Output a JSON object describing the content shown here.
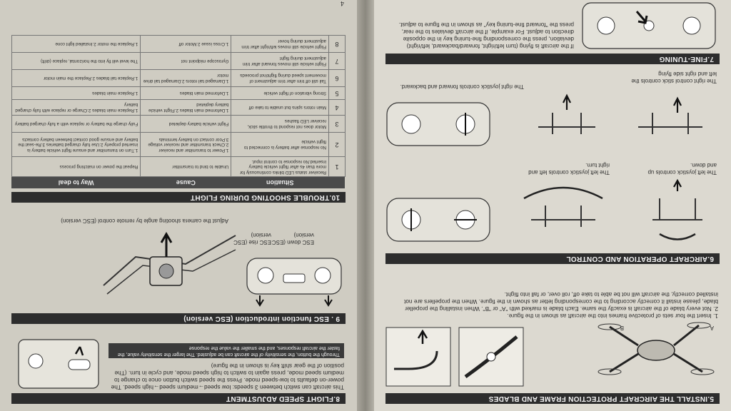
{
  "left_page": {
    "sec8": {
      "header": "8.FLIGHT SPEED ADJUSTMENT",
      "text": "This aircraft can switch between 3 speeds: low speed→medium speed→high speed. The power-on defaults to low-speed mode. Press the speed switch button once to change to medium speed mode, press again to switch to high speed mode, and cycle in turn. (The position of the gear shift key is shown in the figure)",
      "note": "Through the button, the sensitivity of the aircraft can be adjusted. The larger the sensitivity value, the faster the aircraft responses, and the smaller the value the response"
    },
    "sec9": {
      "header": "9 . ESC function introduction (ESC version)",
      "esc_down": "ESC down (ESC version)",
      "esc_rise": "ESC rise (ESC version)",
      "caption": "Adjust the camera shooting angle by remote control (ESC version)"
    },
    "sec10": {
      "header": "10.TROUBLE SHOOTING DURING FLIGHT",
      "columns": [
        "Situation",
        "Cause",
        "Way to deal"
      ],
      "rows": [
        {
          "n": "1",
          "situation": "Receiver status LED blinks continuously for more than 4s after flight vehicle battery inserted.No response to control input.",
          "cause": "Unable to bind to transmitter",
          "way": "Repeat the power on matching process"
        },
        {
          "n": "2",
          "situation": "No response after battery is connected to flight vehicle",
          "cause": "1.Power to transmitter and receiver 2.Check transmitter and receiver voltage 3.Poor contact on battery terminals",
          "way": "1.Turn on transmitter and ensure flight vehicle battery is inserted properly 2.Use fully charged batteries 3.Re-seat the battery and ensure good contact between battery contacts"
        },
        {
          "n": "3",
          "situation": "Motor does not respond to throttle stick, receiver LED flashes",
          "cause": "Flight vehicle battery depleted",
          "way": "Fully charge the battery or replace with a fully charged battery"
        },
        {
          "n": "4",
          "situation": "Main rotors spins but unable to take off",
          "cause": "1.Deformed main blades 2.Flight vehicle battery depleted",
          "way": "1.Replace main blades 2.Charge or replace with fully charged battery"
        },
        {
          "n": "5",
          "situation": "Strong vibration of flight vehicle",
          "cause": "1.Deformed main blades",
          "way": "1.Replace main blades"
        },
        {
          "n": "6",
          "situation": "Tail still off trim after trim adjustment of movement speed during flight/not proceeds",
          "cause": "1.Damaged tail rotors 2.Damaged tail drive motor",
          "way": "1.Replace tail blades 2.Replace the main motor"
        },
        {
          "n": "7",
          "situation": "Flight vehicle still moves forward after trim adjustment during flight",
          "cause": "Gyroscope midpoint not",
          "way": "The level will fly into the horizontal, replace (drift)"
        },
        {
          "n": "8",
          "situation": "Flight vehicle still moves left/right after trim adjustment during hover",
          "cause": "1.Cross issue 2.Motor off",
          "way": "1.Replace the motor 2.Installed light cone"
        }
      ]
    },
    "page_number": "4"
  },
  "right_page": {
    "sec5": {
      "header": "5.INSTALL THE AIRCRAFT PROTECTION FRAME AND BLADES",
      "text1": "1. Insert the four sets of protective frames into the aircraft as shown in the figure.",
      "text2": "2. Not every blade of the aircraft is exactly the same. Each blade is marked with \"A\" or \"B\". When installing the propeller blade, please install it correctly according to the corresponding letter as shown in the figure. When the propellers are not installed correctly, the aircraft will not be able to take off, roll over, or fall into flight.",
      "label_a": "A",
      "label_b": "B"
    },
    "sec6": {
      "header": "6.AIRCRAFT OPERATION AND CONTROL",
      "cap_left1": "The left joystick controls up and down.",
      "cap_left2": "The left joystick controls left and right turn.",
      "cap_right1": "The right joystick controls forward and backward.",
      "cap_right2": "The right control stick controls the left and right side flying"
    },
    "sec7": {
      "header": "7.FINE-TUNING",
      "text": "If the aircraft is flying (turn left/right, forward/backward, left/right) deviation, press the corresponding fine-tuning key in the opposite direction to adjust. For example, if the aircraft deviates to the rear, press the \"forward fine-tuning key\" as shown in the figure to adjust."
    }
  },
  "colors": {
    "header_bg": "#2d2d2d",
    "paper": "#d7d4cb",
    "ink": "#2b2b2b"
  }
}
